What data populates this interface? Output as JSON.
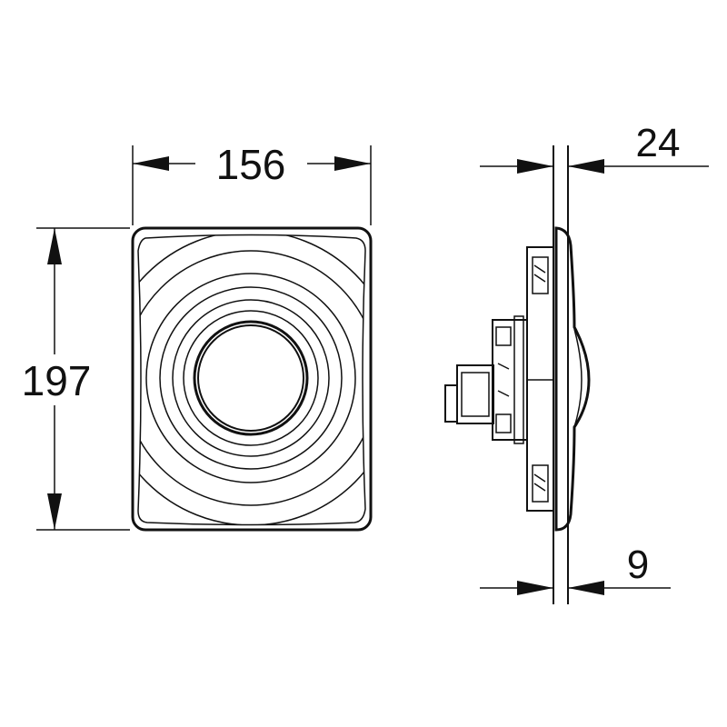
{
  "dimensions": {
    "width_label": "156",
    "height_label": "197",
    "depth_total_label": "24",
    "depth_plate_label": "9"
  }
}
